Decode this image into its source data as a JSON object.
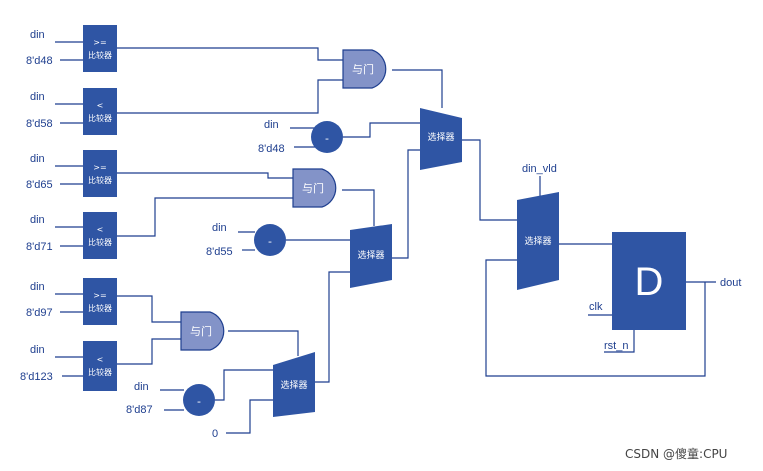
{
  "signals": {
    "din": "din",
    "zero": "0",
    "din_vld": "din_vld",
    "clk": "clk",
    "rst_n": "rst_n",
    "dout": "dout"
  },
  "constants": {
    "c48": "8'd48",
    "c58": "8'd58",
    "c65": "8'd65",
    "c71": "8'd71",
    "c97": "8'd97",
    "c123": "8'd123",
    "c48b": "8'd48",
    "c55": "8'd55",
    "c87": "8'd87"
  },
  "blocks": {
    "ge_symbol": ">=",
    "lt_symbol": "<",
    "comparator": "比较器",
    "and_gate": "与门",
    "mux": "选择器",
    "neg": "-",
    "dff": "D"
  },
  "watermark": "CSDN @傻童:CPU",
  "colors": {
    "block_blue": "#2f55a4",
    "gate_fill": "#8393c8",
    "wire": "#1f3f8f"
  }
}
